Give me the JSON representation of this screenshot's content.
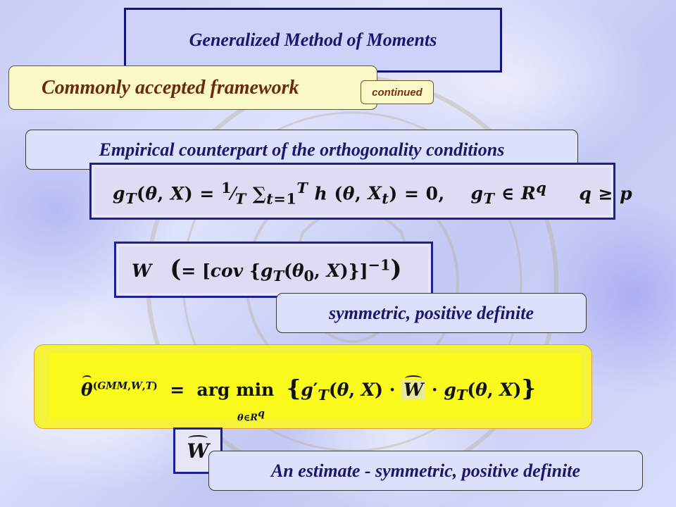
{
  "title": "Generalized Method of Moments",
  "framework_label": "Commonly accepted framework",
  "continued_label": "continued",
  "empirical_label": "Empirical counterpart of the orthogonality conditions",
  "equation_moment": "gT(θ, X) = 1/T ∑ h(θ, Xt) = 0,   gT ∈ R^q   q ≥ p",
  "equation_weight": "W (= [cov {gT(θ0, X)}]^−1)",
  "weight_property": "symmetric, positive definite",
  "equation_gmm": "θ̂(GMM,W,T) = arg min θ∈R^q { g′T(θ, X) · Ŵ · gT(θ, X) }",
  "what_symbol": "Ŵ",
  "estimate_label": "An estimate - symmetric, positive definite",
  "colors": {
    "title_text": "#17176e",
    "framework_text": "#6b2a0a",
    "box_border": "#13137a",
    "highlight_panel": "#f5f23a"
  }
}
